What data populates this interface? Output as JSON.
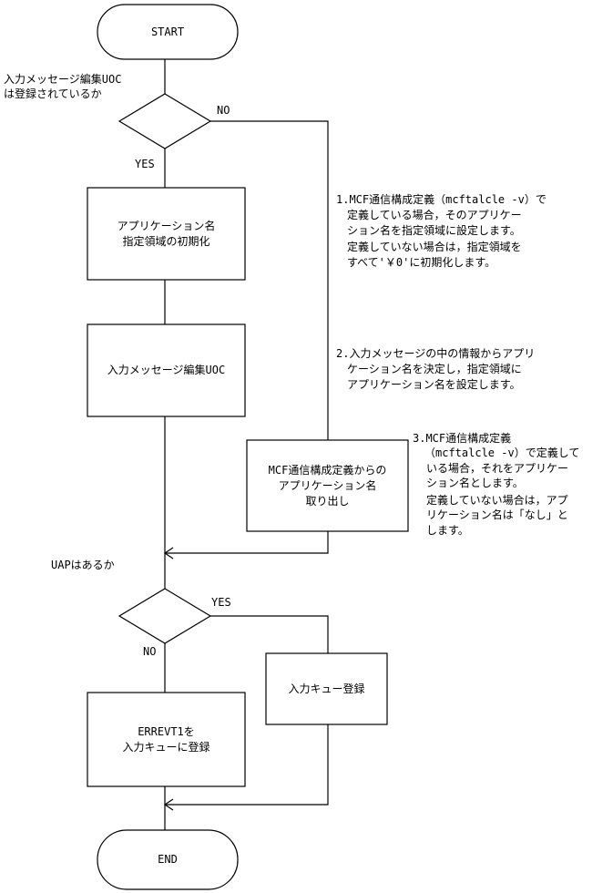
{
  "start_label": "START",
  "end_label": "END",
  "decision1": {
    "question_line1": "入力メッセージ編集UOC",
    "question_line2": "は登録されているか",
    "no_label": "NO",
    "yes_label": "YES"
  },
  "box_init": {
    "line1": "アプリケーション名",
    "line2": "指定領域の初期化"
  },
  "box_uoc": {
    "line1": "入力メッセージ編集UOC"
  },
  "box_mcf": {
    "line1": "MCF通信構成定義からの",
    "line2": "アプリケーション名",
    "line3": "取り出し"
  },
  "decision2": {
    "question": "UAPはあるか",
    "yes_label": "YES",
    "no_label": "NO"
  },
  "box_errevt": {
    "line1": "ERREVT1を",
    "line2": "入力キューに登録"
  },
  "box_queue": {
    "line1": "入力キュー登録"
  },
  "note1": {
    "line1": "1.MCF通信構成定義（mcftalcle -v）で",
    "line2": "定義している場合，そのアプリケー",
    "line3": "ション名を指定領域に設定します。",
    "line4": "定義していない場合は，指定領域を",
    "line5": "すべて'￥0'に初期化します。"
  },
  "note2": {
    "line1": "2.入力メッセージの中の情報からアプリ",
    "line2": "ケーション名を決定し，指定領域に",
    "line3": "アプリケーション名を設定します。"
  },
  "note3": {
    "line1": "3.MCF通信構成定義",
    "line2": "（mcftalcle -v）で定義して",
    "line3": "いる場合，それをアプリケー",
    "line4": "ション名とします。",
    "line5": "定義していない場合は，アプ",
    "line6": "リケーション名は「なし」と",
    "line7": "します。"
  }
}
